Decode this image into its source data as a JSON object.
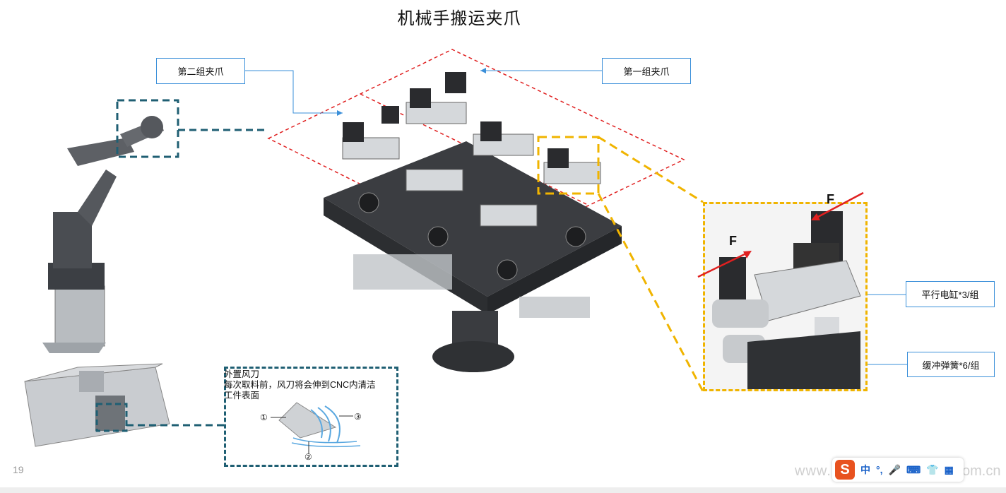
{
  "slide": {
    "title": "机械手搬运夹爪",
    "page_number": "19"
  },
  "callouts": {
    "group2": "第二组夹爪",
    "group1": "第一组夹爪",
    "cylinder": "平行电缸*3/组",
    "spring": "缓冲弹簧*6/组"
  },
  "note": {
    "line1": "外置风刀",
    "line2": "每次取料前，风刀将会伸到CNC内清洁",
    "line3": "工件表面",
    "markers": [
      "①",
      "②",
      "③"
    ]
  },
  "detail": {
    "force_left": "F",
    "force_right": "F"
  },
  "ime": {
    "logo": "S",
    "items": [
      "中",
      "°,",
      "🎤",
      "⌨",
      "👕",
      "▦"
    ]
  },
  "watermark": {
    "left": "www.",
    "right": "om.cn"
  },
  "colors": {
    "callout_border": "#3a8fd9",
    "red_dash": "#e02020",
    "yellow_dash": "#f0b400",
    "teal_dash": "#1f5f73",
    "force_arrow": "#e02020"
  }
}
